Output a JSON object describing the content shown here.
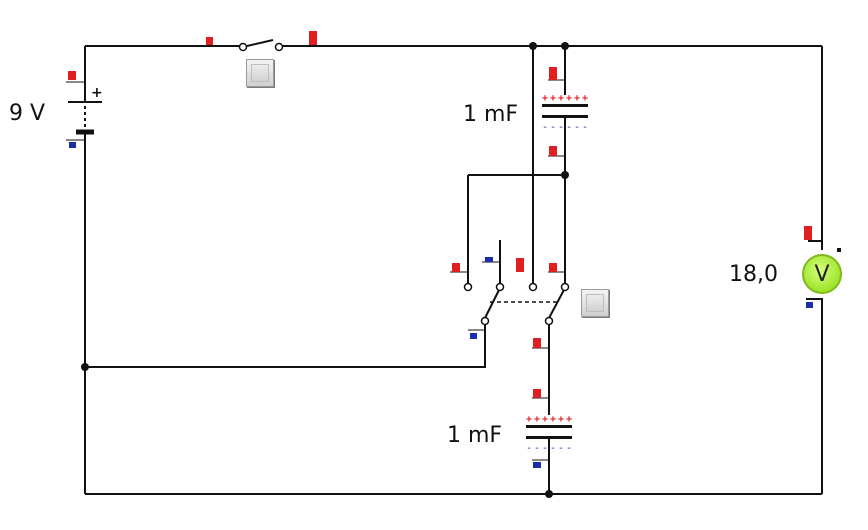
{
  "battery": {
    "voltage_label": "9 V",
    "plus_sign": "+"
  },
  "capacitor_top": {
    "label": "1 mF",
    "plus_marks": "++++++",
    "minus_marks": "------"
  },
  "capacitor_bottom": {
    "label": "1 mF",
    "plus_marks": "++++++",
    "minus_marks": "------"
  },
  "voltmeter": {
    "reading": "18,0",
    "symbol": "V"
  },
  "colors": {
    "wire": "#111111",
    "positive": "#e02020",
    "negative": "#1a2ea8",
    "meter": "#a6ef2e"
  }
}
